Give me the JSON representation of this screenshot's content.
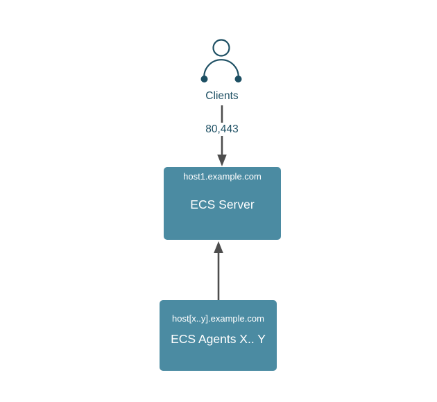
{
  "colors": {
    "canvas_bg": "#ffffff",
    "box_fill": "#4b8ba2",
    "box_text": "#ffffff",
    "node_ink": "#1d4f63",
    "edge": "#4d4d4d"
  },
  "nodes": {
    "clients": {
      "label": "Clients",
      "icon": "person-icon"
    },
    "server": {
      "host": "host1.example.com",
      "title": "ECS Server"
    },
    "agents": {
      "host": "host[x..y].example.com",
      "title": "ECS Agents X.. Y"
    }
  },
  "edges": {
    "clients_to_server": {
      "label": "80,443",
      "direction": "down"
    },
    "agents_to_server": {
      "direction": "up"
    }
  }
}
